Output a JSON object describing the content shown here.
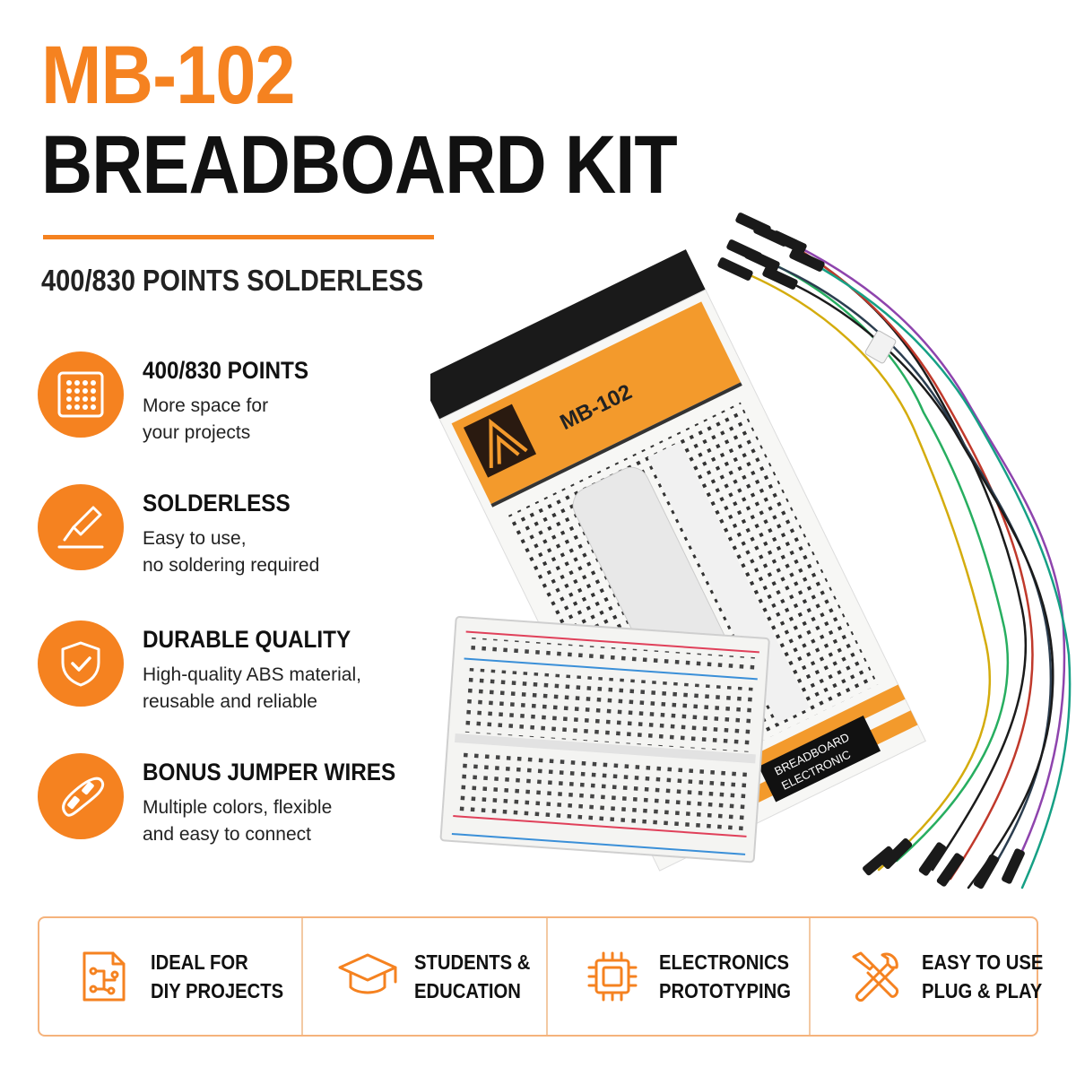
{
  "header": {
    "title_line1": "MB-102",
    "title_line2": "BREADBOARD KIT",
    "subtitle": "400/830 POINTS SOLDERLESS"
  },
  "colors": {
    "accent": "#f58220",
    "text": "#111111",
    "border": "#f5b37c"
  },
  "features": [
    {
      "icon": "grid-icon",
      "title": "400/830 POINTS",
      "desc_line1": "More space for",
      "desc_line2": "your projects"
    },
    {
      "icon": "probe-icon",
      "title": "SOLDERLESS",
      "desc_line1": "Easy to use,",
      "desc_line2": "no soldering required"
    },
    {
      "icon": "shield-check-icon",
      "title": "DURABLE QUALITY",
      "desc_line1": "High-quality ABS material,",
      "desc_line2": "reusable and reliable"
    },
    {
      "icon": "wire-icon",
      "title": "BONUS JUMPER WIRES",
      "desc_line1": "Multiple colors, flexible",
      "desc_line2": "and easy to connect"
    }
  ],
  "package": {
    "model": "MB-102",
    "label_line1": "BREADBOARD",
    "label_line2": "ELECTRONIC"
  },
  "bottom": [
    {
      "icon": "circuit-doc-icon",
      "line1": "IDEAL FOR",
      "line2": "DIY PROJECTS"
    },
    {
      "icon": "graduation-cap-icon",
      "line1": "STUDENTS &",
      "line2": "EDUCATION"
    },
    {
      "icon": "chip-icon",
      "line1": "ELECTRONICS",
      "line2": "PROTOTYPING"
    },
    {
      "icon": "tools-icon",
      "line1": "EASY TO USE",
      "line2": "PLUG & PLAY"
    }
  ]
}
